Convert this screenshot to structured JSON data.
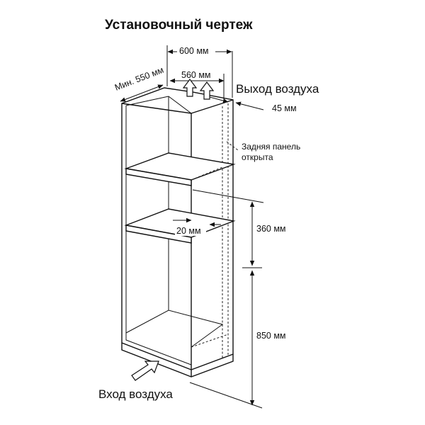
{
  "title": "Установочный чертеж",
  "labels": {
    "width_600": "600 мм",
    "min_550": "Мин. 550 мм",
    "width_560": "560 мм",
    "air_out": "Выход воздуха",
    "gap_45": "45 мм",
    "rear_panel_line1": "Задняя панель",
    "rear_panel_line2": "открыта",
    "gap_20": "20 мм",
    "height_360": "360 мм",
    "height_850": "850 мм",
    "air_in": "Вход воздуха"
  },
  "icons": {
    "air_out": "up-arrow-outline-icon",
    "air_in": "diagonal-arrow-outline-icon"
  }
}
